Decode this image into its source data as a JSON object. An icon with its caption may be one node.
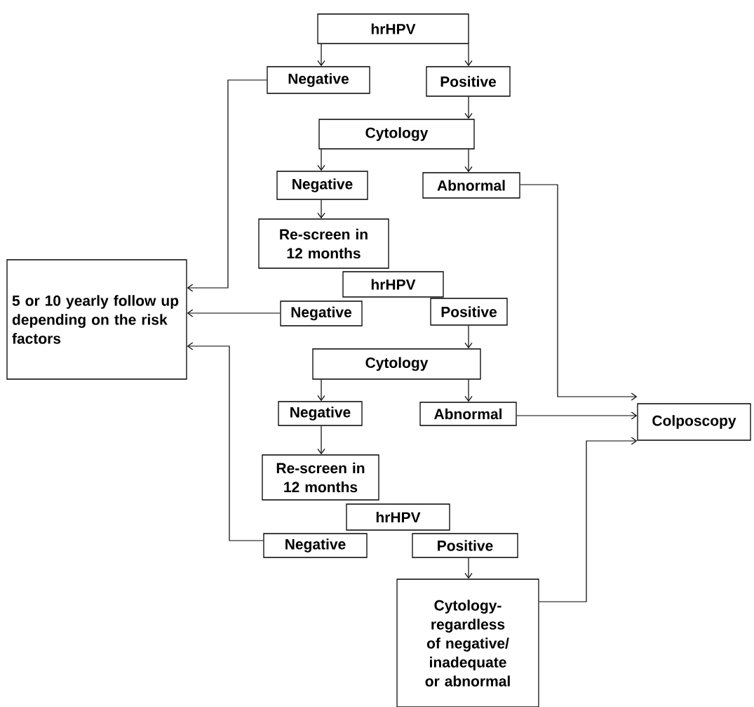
{
  "diagram": {
    "nodes": [
      {
        "text": [
          "hrHPV"
        ]
      },
      {
        "text": [
          "Negative"
        ]
      },
      {
        "text": [
          "Positive"
        ]
      },
      {
        "text": [
          "Cytology"
        ]
      },
      {
        "text": [
          "Negative"
        ]
      },
      {
        "text": [
          "Abnormal"
        ]
      },
      {
        "text": [
          "Re-screen in 12 months"
        ]
      },
      {
        "text": [
          "5 or 10 yearly follow up depending on the risk factors"
        ]
      },
      {
        "text": [
          "hrHPV"
        ]
      },
      {
        "text": [
          "Negative"
        ]
      },
      {
        "text": [
          "Positive"
        ]
      },
      {
        "text": [
          "Cytology"
        ]
      },
      {
        "text": [
          "Negative"
        ]
      },
      {
        "text": [
          "Abnormal"
        ]
      },
      {
        "text": [
          "Colposcopy"
        ]
      },
      {
        "text": [
          "Re-screen in 12 months"
        ]
      },
      {
        "text": [
          "hrHPV"
        ]
      },
      {
        "text": [
          "Negative"
        ]
      },
      {
        "text": [
          "Positive"
        ]
      },
      {
        "text": [
          "Cytology- regardless of negative/ inadequate or abnormal"
        ]
      }
    ],
    "edges": [
      {
        "from": 0,
        "to": 1,
        "arrow": "to"
      },
      {
        "from": 0,
        "to": 2,
        "arrow": "to"
      },
      {
        "from": 2,
        "to": 3,
        "arrow": "to"
      },
      {
        "from": 3,
        "to": 4,
        "arrow": "to"
      },
      {
        "from": 3,
        "to": 5,
        "arrow": "to"
      },
      {
        "from": 4,
        "to": 6,
        "arrow": "to"
      },
      {
        "from": 1,
        "to": 7,
        "arrow": "to"
      },
      {
        "from": 9,
        "to": 7,
        "arrow": "to"
      },
      {
        "from": 17,
        "to": 7,
        "arrow": "to"
      },
      {
        "from": 10,
        "to": 11,
        "arrow": "to"
      },
      {
        "from": 11,
        "to": 12,
        "arrow": "to"
      },
      {
        "from": 11,
        "to": 13,
        "arrow": "to"
      },
      {
        "from": 12,
        "to": 15,
        "arrow": "to"
      },
      {
        "from": 5,
        "to": 14,
        "arrow": "to"
      },
      {
        "from": 13,
        "to": 14,
        "arrow": "to"
      },
      {
        "from": 18,
        "to": 19,
        "arrow": "to"
      },
      {
        "from": 19,
        "to": 14,
        "arrow": "to"
      }
    ]
  }
}
